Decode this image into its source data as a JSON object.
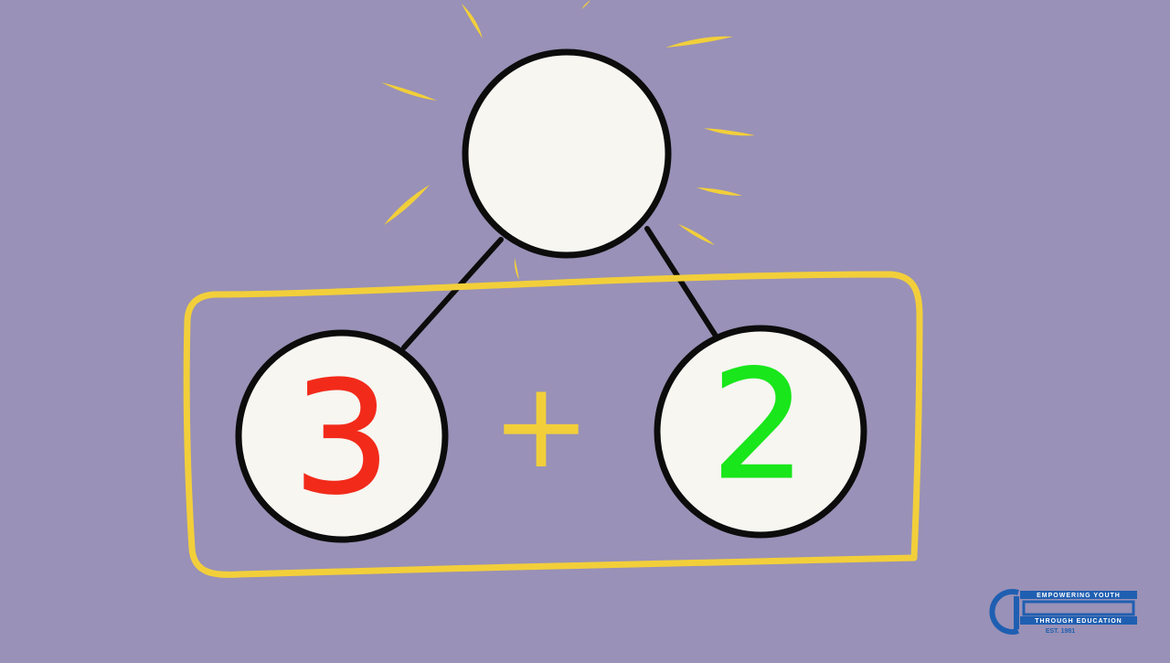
{
  "diagram": {
    "whole_value": "",
    "parts": [
      {
        "value": "3",
        "color": "#f22a1a"
      },
      {
        "value": "2",
        "color": "#19e61b"
      }
    ],
    "operator": "+",
    "colors": {
      "background": "#9991b7",
      "circle_fill": "#f7f6f1",
      "outline": "#0c0c0c",
      "highlight": "#f2cf3a",
      "rays": "#f2cf3a"
    }
  },
  "logo": {
    "tagline_top": "EMPOWERING YOUTH",
    "tagline_bottom": "THROUGH EDUCATION",
    "established": "EST. 1981",
    "color": "#1f5fb1"
  }
}
